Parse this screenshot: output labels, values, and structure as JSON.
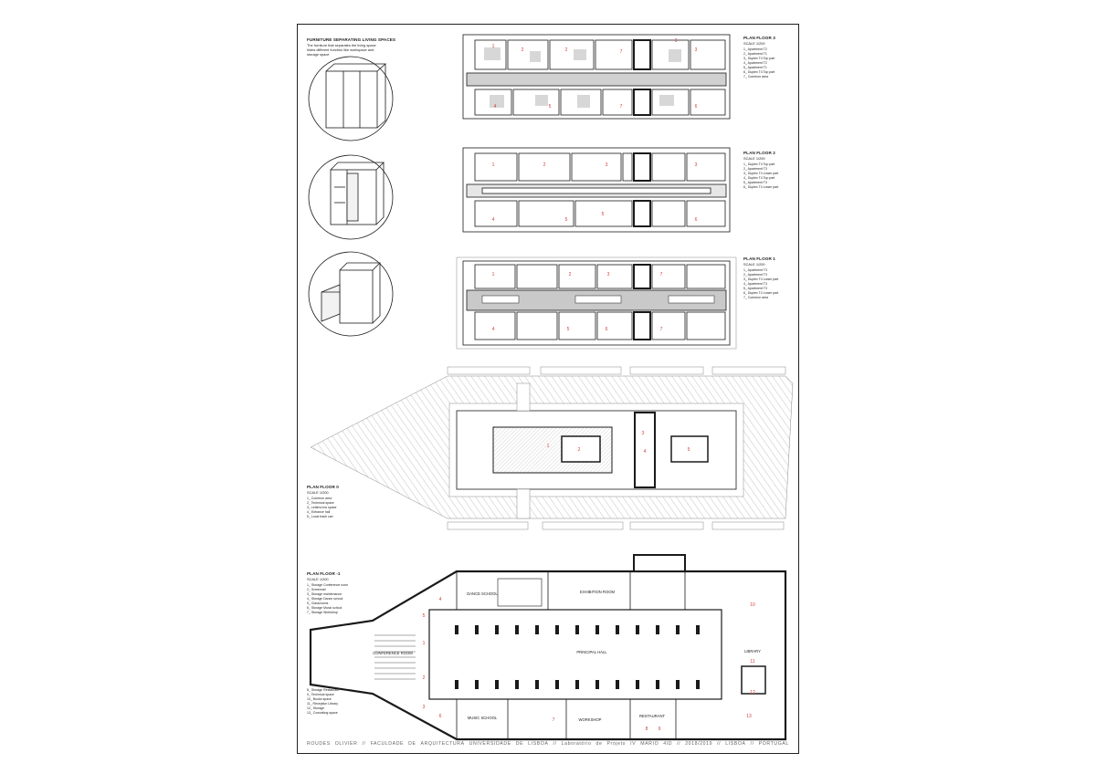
{
  "sheet": {
    "furniture": {
      "title": "FURNITURE SEPARATING LIVING SPACES",
      "desc": [
        "The furniture that separates the living space",
        "hides different function like workspace and",
        "storage space"
      ]
    },
    "floor3": {
      "title": "PLAN FLOOR 3",
      "scale": "SCALE 1/200",
      "legend": [
        "1_ Apartment T2",
        "2_ Apartment T1",
        "3_ Duplex T4 Top part",
        "4_ Apartment T2",
        "5_ Apartment T1",
        "6_ Duplex T4 Top part",
        "7_ Common area"
      ],
      "rooms": [
        "1",
        "2",
        "3",
        "7",
        "2",
        "3",
        "4",
        "5",
        "7",
        "6"
      ]
    },
    "floor2": {
      "title": "PLAN FLOOR 2",
      "scale": "SCALE 1/200",
      "legend": [
        "1_ Duplex T4 Top part",
        "2_ Apartment T3",
        "3_ Duplex T4 Lower part",
        "4_ Duplex T4 Top part",
        "5_ Apartment T3",
        "6_ Duplex T4 Lower part"
      ],
      "rooms": [
        "1",
        "2",
        "3",
        "3",
        "4",
        "5",
        "5",
        "6"
      ]
    },
    "floor1": {
      "title": "PLAN FLOOR 1",
      "scale": "SCALE 1/200",
      "legend": [
        "1_ Apartment T3",
        "2_ Apartment T3",
        "3_ Duplex T4 Lower part",
        "4_ Apartment T3",
        "5_ Apartment T3",
        "6_ Duplex T4 Lower part",
        "7_ Common area"
      ],
      "rooms": [
        "1",
        "2",
        "3",
        "7",
        "4",
        "5",
        "6",
        "7"
      ]
    },
    "floor0": {
      "title": "PLAN FLOOR 0",
      "scale": "SCALE 1/200",
      "legend": [
        "1_ Common area",
        "2_ Technical space",
        "3_ Letters box space",
        "4_ Entrance hall",
        "5_ Local trash can"
      ],
      "rooms": [
        "1",
        "2",
        "3",
        "4",
        "5"
      ]
    },
    "floorm1": {
      "title": "PLAN FLOOR -1",
      "scale": "SCALE 1/200",
      "legend": [
        "1_ Storage Conference room",
        "2_ Screenset",
        "3_ Storage maintenance",
        "4_ Storage Dance school",
        "5_ Classrooms",
        "6_ Storage Music school",
        "7_ Storage Workshop"
      ],
      "legend2": [
        "8_ Storage Restaurant",
        "9_ Technical space",
        "10_ Books space",
        "11_ Reception Library",
        "12_ Storage",
        "13_ Coworking space"
      ],
      "spaces": {
        "dance": "DANCE SCHOOL",
        "exhibition": "EXHIBITION ROOM",
        "conference": "CONFERENCE ROOM",
        "hall": "PRINCIPAL HALL",
        "library": "LIBRARY",
        "music": "MUSIC SCHOOL",
        "workshop": "WORKSHOP",
        "restaurant": "RESTAURANT"
      },
      "rooms": [
        "4",
        "5",
        "1",
        "2",
        "3",
        "6",
        "7",
        "8",
        "9",
        "10",
        "11",
        "12",
        "13"
      ]
    },
    "footer": [
      "ROUDES",
      "OLIVIER",
      "//",
      "FACULDADE",
      "DE",
      "ARQUITECTURA",
      "UNIVERSIDADE",
      "DE",
      "LISBOA",
      "//",
      "Laboratório",
      "de",
      "Projeto",
      "IV",
      "MARIO",
      "4ID",
      "//",
      "2018/2019",
      "//",
      "LISBOA",
      "//",
      "PORTUGAL"
    ]
  },
  "colors": {
    "line": "#1a1a1a",
    "hatch": "#9a9a9a",
    "fill": "#c8c8c8",
    "red": "#d23c3c"
  }
}
